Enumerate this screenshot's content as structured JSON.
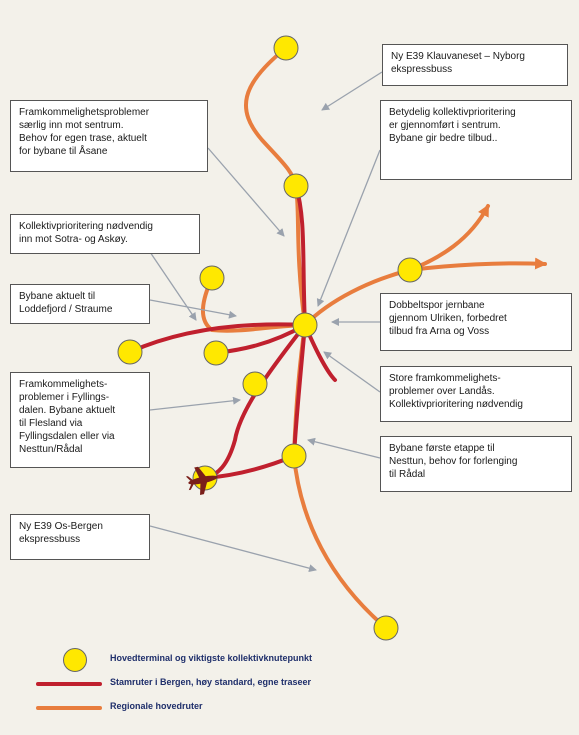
{
  "colors": {
    "background": "#f3f1ea",
    "main_route": "#c0202e",
    "regional_route": "#e87d3e",
    "node_fill": "#ffe800",
    "arrow": "#9aa2ad",
    "legend_text": "#1f2f6b"
  },
  "callouts": {
    "e39_klauvaneset": "Ny E39 Klauvaneset – Nyborg\nekspressbuss",
    "framkommelighet_sentrum": "Framkommelighetsproblemer\nsærlig inn mot sentrum.\nBehov for egen trase, aktuelt\nfor bybane til Åsane",
    "betydelig_kollektiv": "Betydelig kollektivprioritering\ner gjennomført i sentrum.\nBybane gir bedre tilbud..",
    "kollektiv_sotra": "Kollektivprioritering nødvendig\ninn mot Sotra- og Askøy.",
    "bybane_loddefjord": "Bybane aktuelt til\nLoddefjord / Straume",
    "dobbeltspor": "Dobbeltspor jernbane\ngjennom Ulriken, forbedret\ntilbud fra Arna og Voss",
    "framkommelighet_fyllingsdalen": "Framkommelighets-\nproblemer i Fyllings-\ndalen.  Bybane aktuelt\ntil Flesland via\nFyllingsdalen eller via\nNesttun/Rådal",
    "store_landaas": "Store framkommelighets-\nproblemer over Landås.\nKollektivprioritering nødvendig",
    "bybane_nesttun": "Bybane første etappe til\nNesttun, behov for forlenging\ntil Rådal",
    "e39_os_bergen": "Ny E39 Os-Bergen\nekspressbuss"
  },
  "legend": {
    "terminal": "Hovedterminal og viktigste kollektivknutepunkt",
    "stamruter": "Stamruter i Bergen, høy standard, egne traseer",
    "regionale": "Regionale hovedruter"
  }
}
